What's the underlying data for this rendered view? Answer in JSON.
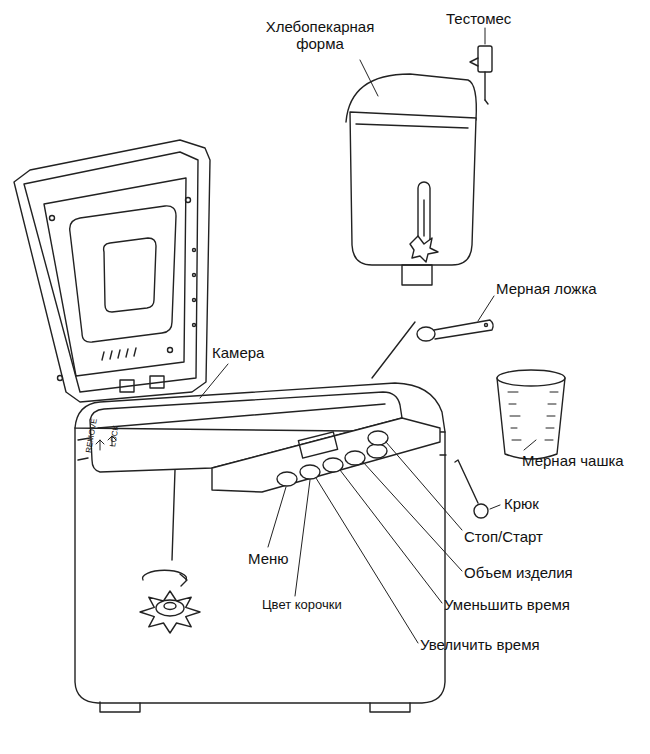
{
  "diagram": {
    "labels": [
      "Тестомес",
      "Хлебопекарная форма",
      "Мерная ложка",
      "Камера",
      "REMOVE",
      "LOCK",
      "Мерная чашка",
      "Крюк",
      "Стоп/Старт",
      "Меню",
      "Объем изделия",
      "Цвет корочки",
      "Уменьшить время",
      "Увеличить время"
    ]
  }
}
